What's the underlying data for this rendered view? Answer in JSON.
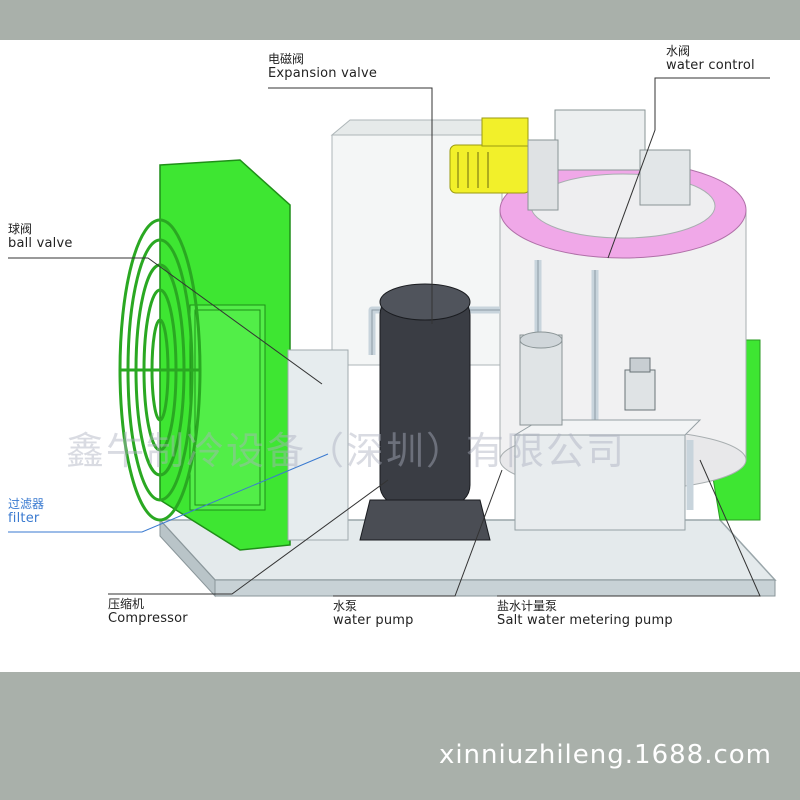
{
  "labels": {
    "expansion_valve": {
      "zh": "电磁阀",
      "en": "Expansion valve"
    },
    "water_control": {
      "zh": "水阀",
      "en": "water control"
    },
    "ball_valve": {
      "zh": "球阀",
      "en": "ball valve"
    },
    "filter": {
      "zh": "过滤器",
      "en": "filter"
    },
    "compressor": {
      "zh": "压缩机",
      "en": "Compressor"
    },
    "water_pump": {
      "zh": "水泵",
      "en": "water pump"
    },
    "salt_pump": {
      "zh": "盐水计量泵",
      "en": "Salt water metering pump"
    }
  },
  "watermark": "鑫牛制冷设备（深圳）有限公司",
  "footer": "xinniuzhileng.1688.com",
  "colors": {
    "condenser": "#3ee632",
    "tank_ring": "#f0a8e8",
    "motor": "#f2f02a",
    "compressor": "#3a3d44",
    "background": "#a9b0aa",
    "filter_label": "#3a7ad0"
  }
}
